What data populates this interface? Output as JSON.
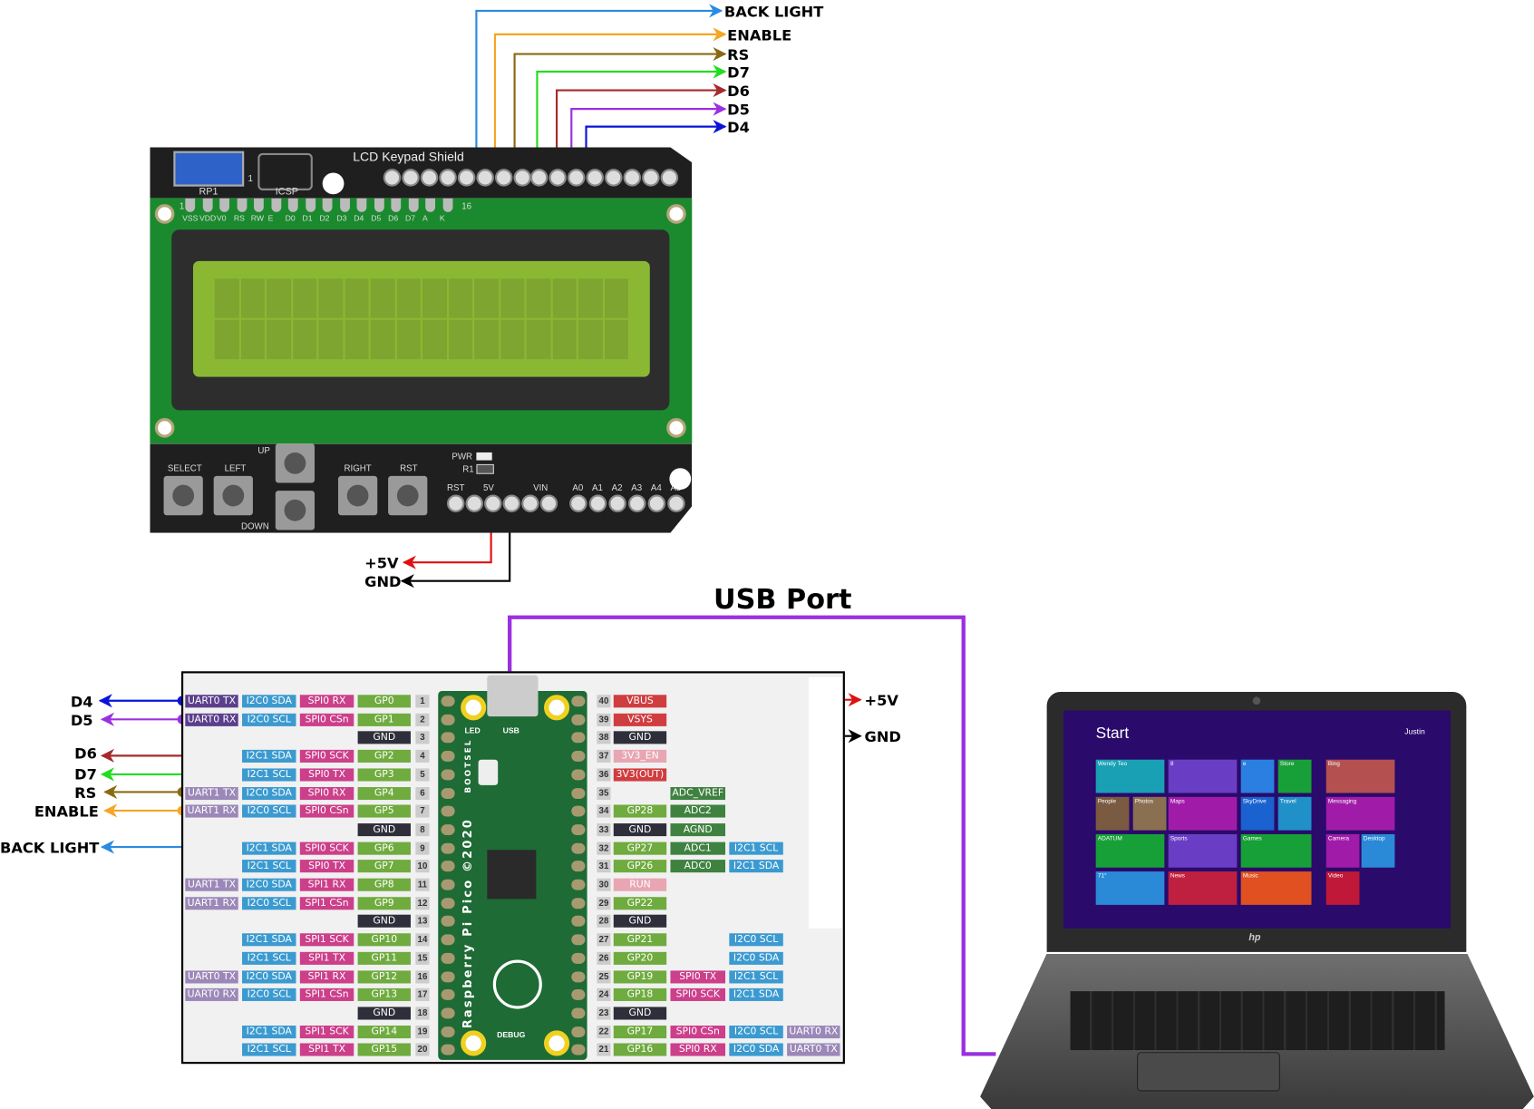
{
  "diagram": {
    "title": "USB Port",
    "lcd_shield": {
      "board_label": "LCD Keypad Shield",
      "pot_label": "RP1",
      "icsp_label": "ICSP",
      "pin1_label": "1",
      "pin16_label": "16",
      "lcd_pins": [
        "VSS",
        "VDD",
        "V0",
        "RS",
        "RW",
        "E",
        "D0",
        "D1",
        "D2",
        "D3",
        "D4",
        "D5",
        "D6",
        "D7",
        "A",
        "K"
      ],
      "buttons": [
        "SELECT",
        "LEFT",
        "UP",
        "DOWN",
        "RIGHT",
        "RST"
      ],
      "pwr_label": "PWR",
      "r1_label": "R1",
      "power_header": [
        "RST",
        "5V",
        "VIN"
      ],
      "analog_header": [
        "A0",
        "A1",
        "A2",
        "A3",
        "A4",
        "A5"
      ]
    },
    "shield_signals": [
      {
        "name": "BACK LIGHT",
        "color": "#2a8be0"
      },
      {
        "name": "ENABLE",
        "color": "#f5a623"
      },
      {
        "name": "RS",
        "color": "#8b6914"
      },
      {
        "name": "D7",
        "color": "#22dd22"
      },
      {
        "name": "D6",
        "color": "#a52a2a"
      },
      {
        "name": "D5",
        "color": "#9b30e0"
      },
      {
        "name": "D4",
        "color": "#0a14d8"
      }
    ],
    "shield_power": [
      {
        "name": "+5V",
        "color": "#e01010"
      },
      {
        "name": "GND",
        "color": "#000000"
      }
    ],
    "pico_left_signals": [
      {
        "name": "D4",
        "color": "#0a14d8"
      },
      {
        "name": "D5",
        "color": "#9b30e0"
      },
      {
        "name": "D6",
        "color": "#a52a2a"
      },
      {
        "name": "D7",
        "color": "#22dd22"
      },
      {
        "name": "RS",
        "color": "#8b6914"
      },
      {
        "name": "ENABLE",
        "color": "#f5a623"
      },
      {
        "name": "BACK LIGHT",
        "color": "#2a8be0"
      }
    ],
    "pico_right_signals": [
      {
        "name": "+5V",
        "color": "#e01010"
      },
      {
        "name": "GND",
        "color": "#000000"
      }
    ],
    "usb_cable_color": "#9b30e0",
    "pico": {
      "board_text": "Raspberry Pi Pico ©2020",
      "led_label": "LED",
      "usb_label": "USB",
      "bootsel_label": "BOOTSEL",
      "debug_label": "DEBUG",
      "left_pins": [
        {
          "num": "1",
          "gp": "GP0",
          "spi": "SPI0 RX",
          "i2c": "I2C0 SDA",
          "uart": "UART0 TX",
          "uart_type": "dark"
        },
        {
          "num": "2",
          "gp": "GP1",
          "spi": "SPI0 CSn",
          "i2c": "I2C0 SCL",
          "uart": "UART0 RX",
          "uart_type": "dark"
        },
        {
          "num": "3",
          "gp": "GND"
        },
        {
          "num": "4",
          "gp": "GP2",
          "spi": "SPI0 SCK",
          "i2c": "I2C1 SDA"
        },
        {
          "num": "5",
          "gp": "GP3",
          "spi": "SPI0 TX",
          "i2c": "I2C1 SCL"
        },
        {
          "num": "6",
          "gp": "GP4",
          "spi": "SPI0 RX",
          "i2c": "I2C0 SDA",
          "uart": "UART1 TX",
          "uart_type": "light"
        },
        {
          "num": "7",
          "gp": "GP5",
          "spi": "SPI0 CSn",
          "i2c": "I2C0 SCL",
          "uart": "UART1 RX",
          "uart_type": "light"
        },
        {
          "num": "8",
          "gp": "GND"
        },
        {
          "num": "9",
          "gp": "GP6",
          "spi": "SPI0 SCK",
          "i2c": "I2C1 SDA"
        },
        {
          "num": "10",
          "gp": "GP7",
          "spi": "SPI0 TX",
          "i2c": "I2C1 SCL"
        },
        {
          "num": "11",
          "gp": "GP8",
          "spi": "SPI1 RX",
          "i2c": "I2C0 SDA",
          "uart": "UART1 TX",
          "uart_type": "light"
        },
        {
          "num": "12",
          "gp": "GP9",
          "spi": "SPI1 CSn",
          "i2c": "I2C0 SCL",
          "uart": "UART1 RX",
          "uart_type": "light"
        },
        {
          "num": "13",
          "gp": "GND"
        },
        {
          "num": "14",
          "gp": "GP10",
          "spi": "SPI1 SCK",
          "i2c": "I2C1 SDA"
        },
        {
          "num": "15",
          "gp": "GP11",
          "spi": "SPI1 TX",
          "i2c": "I2C1 SCL"
        },
        {
          "num": "16",
          "gp": "GP12",
          "spi": "SPI1 RX",
          "i2c": "I2C0 SDA",
          "uart": "UART0 TX",
          "uart_type": "light"
        },
        {
          "num": "17",
          "gp": "GP13",
          "spi": "SPI1 CSn",
          "i2c": "I2C0 SCL",
          "uart": "UART0 RX",
          "uart_type": "light"
        },
        {
          "num": "18",
          "gp": "GND"
        },
        {
          "num": "19",
          "gp": "GP14",
          "spi": "SPI1 SCK",
          "i2c": "I2C1 SDA"
        },
        {
          "num": "20",
          "gp": "GP15",
          "spi": "SPI1 TX",
          "i2c": "I2C1 SCL"
        }
      ],
      "right_pins": [
        {
          "num": "40",
          "main": "VBUS",
          "type": "power"
        },
        {
          "num": "39",
          "main": "VSYS",
          "type": "power"
        },
        {
          "num": "38",
          "main": "GND",
          "type": "gnd"
        },
        {
          "num": "37",
          "main": "3V3_EN",
          "type": "pale"
        },
        {
          "num": "36",
          "main": "3V3(OUT)",
          "type": "power"
        },
        {
          "num": "35",
          "adc": "ADC_VREF"
        },
        {
          "num": "34",
          "main": "GP28",
          "type": "gp",
          "adc": "ADC2"
        },
        {
          "num": "33",
          "main": "GND",
          "type": "gnd",
          "adc": "AGND"
        },
        {
          "num": "32",
          "main": "GP27",
          "type": "gp",
          "adc": "ADC1",
          "i2c": "I2C1 SCL"
        },
        {
          "num": "31",
          "main": "GP26",
          "type": "gp",
          "adc": "ADC0",
          "i2c": "I2C1 SDA"
        },
        {
          "num": "30",
          "main": "RUN",
          "type": "pale"
        },
        {
          "num": "29",
          "main": "GP22",
          "type": "gp"
        },
        {
          "num": "28",
          "main": "GND",
          "type": "gnd"
        },
        {
          "num": "27",
          "main": "GP21",
          "type": "gp",
          "i2c": "I2C0 SCL"
        },
        {
          "num": "26",
          "main": "GP20",
          "type": "gp",
          "i2c": "I2C0 SDA"
        },
        {
          "num": "25",
          "main": "GP19",
          "type": "gp",
          "spi": "SPI0 TX",
          "i2c": "I2C1 SCL"
        },
        {
          "num": "24",
          "main": "GP18",
          "type": "gp",
          "spi": "SPI0 SCK",
          "i2c": "I2C1 SDA"
        },
        {
          "num": "23",
          "main": "GND",
          "type": "gnd"
        },
        {
          "num": "22",
          "main": "GP17",
          "type": "gp",
          "spi": "SPI0 CSn",
          "i2c": "I2C0 SCL",
          "uart": "UART0 RX"
        },
        {
          "num": "21",
          "main": "GP16",
          "type": "gp",
          "spi": "SPI0 RX",
          "i2c": "I2C0 SDA",
          "uart": "UART0 TX"
        }
      ]
    },
    "laptop": {
      "brand_logo": "hp",
      "screen_title": "Start",
      "user_name": "Justin",
      "tiles": [
        {
          "label": "Wendy Teo",
          "color": "#1aa0b4"
        },
        {
          "label": "8",
          "color": "#6a3ec4"
        },
        {
          "label": "e",
          "color": "#2a7fe0"
        },
        {
          "label": "Store",
          "color": "#18a038"
        },
        {
          "label": "Bing",
          "color": "#b45050"
        },
        {
          "label": "People",
          "color": "#7a5a40"
        },
        {
          "label": "Photos",
          "color": "#8a7050"
        },
        {
          "label": "Maps",
          "color": "#a01ca8"
        },
        {
          "label": "SkyDrive",
          "color": "#1a62d0"
        },
        {
          "label": "Travel",
          "color": "#2090c8"
        },
        {
          "label": "Messaging",
          "color": "#a01ca8"
        },
        {
          "label": "ADATUM",
          "color": "#18a038"
        },
        {
          "label": "Sports",
          "color": "#6a3ec4"
        },
        {
          "label": "Games",
          "color": "#18a038"
        },
        {
          "label": "Camera",
          "color": "#a01ca8"
        },
        {
          "label": "Desktop",
          "color": "#2a8ad8"
        },
        {
          "label": "71°",
          "color": "#2a8ad8"
        },
        {
          "label": "News",
          "color": "#c02040"
        },
        {
          "label": "Music",
          "color": "#e05020"
        },
        {
          "label": "Video",
          "color": "#c01838"
        }
      ]
    },
    "colors": {
      "uart_dark": "#5b3f8c",
      "uart_light": "#9b88b8",
      "i2c": "#3b9ad0",
      "spi": "#cc3f8a",
      "gp": "#6fab3e",
      "gnd": "#2e2f3a",
      "power": "#d03d40",
      "pale": "#e8a6b2",
      "adc": "#3f8240"
    }
  }
}
